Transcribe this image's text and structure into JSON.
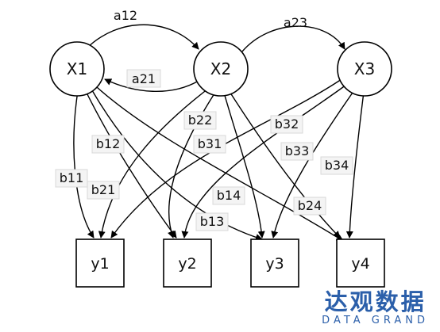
{
  "nodes": {
    "x1": "X1",
    "x2": "X2",
    "x3": "X3",
    "y1": "y1",
    "y2": "y2",
    "y3": "y3",
    "y4": "y4"
  },
  "edges": {
    "a12": "a12",
    "a21": "a21",
    "a23": "a23",
    "b11": "b11",
    "b12": "b12",
    "b13": "b13",
    "b14": "b14",
    "b21": "b21",
    "b22": "b22",
    "b24": "b24",
    "b31": "b31",
    "b32": "b32",
    "b33": "b33",
    "b34": "b34"
  },
  "brand": {
    "name_cn": "达观数据",
    "name_en": "DATA GRAND",
    "color": "#2b5faa"
  }
}
